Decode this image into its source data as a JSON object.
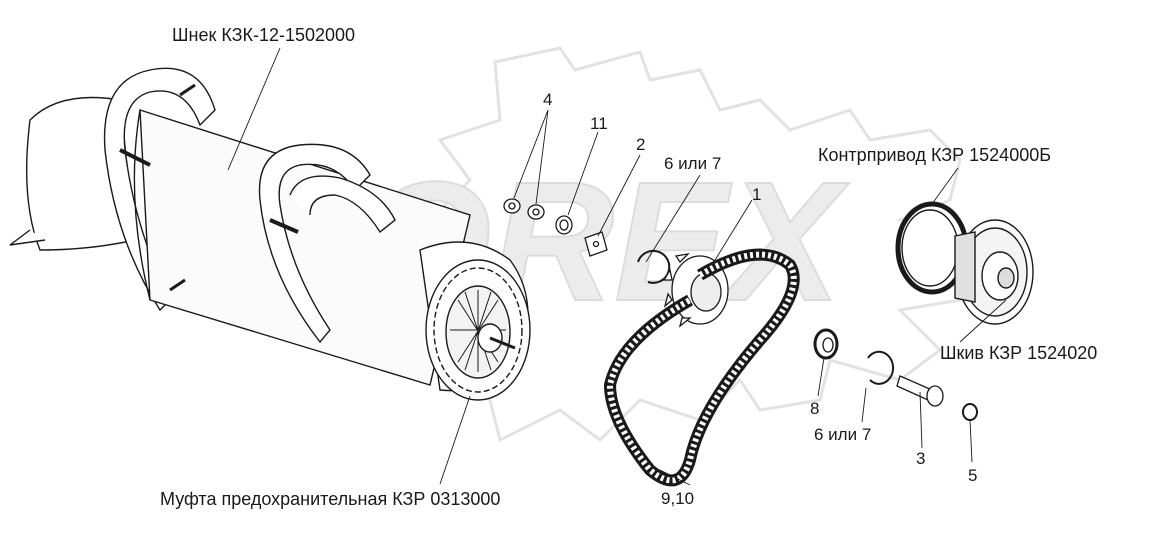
{
  "labels": {
    "auger": "Шнек КЗК-12-1502000",
    "counterdrive": "Контрпривод КЗР 1524000Б",
    "pulley": "Шкив КЗР 1524020",
    "clutch": "Муфта предохранительная КЗР 0313000"
  },
  "callouts": {
    "n4": "4",
    "n11": "11",
    "n2": "2",
    "n6or7_top": "6 или 7",
    "n1": "1",
    "n8": "8",
    "n6or7_bottom": "6 или 7",
    "n3": "3",
    "n5": "5",
    "n9_10": "9,10"
  },
  "watermark": {
    "text": "OREX",
    "color": "#e6e6e6"
  },
  "colors": {
    "line": "#1a1a1a",
    "fill": "#ffffff"
  }
}
